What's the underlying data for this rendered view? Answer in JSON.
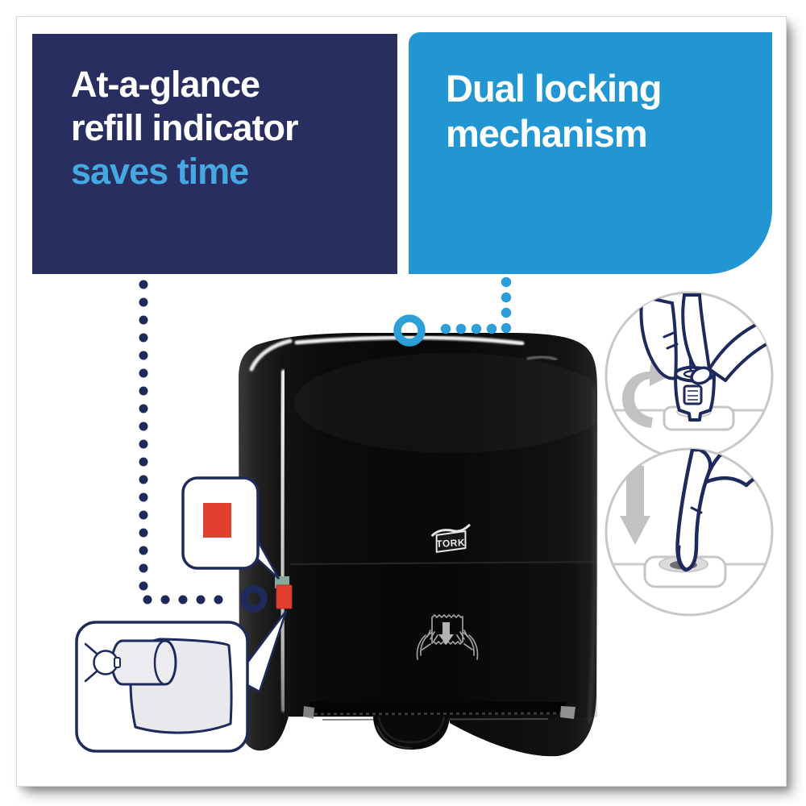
{
  "card": {
    "type": "product-feature-graphic",
    "background": "#ffffff"
  },
  "panels": {
    "refill": {
      "line1": "At-a-glance",
      "line2": "refill indicator",
      "line3": "saves time",
      "bg_color": "#282f60",
      "text_color": "#ffffff",
      "accent_color": "#45a8e1"
    },
    "locking": {
      "line1": "Dual locking",
      "line2": "mechanism",
      "bg_color": "#2196d2",
      "text_color": "#ffffff"
    }
  },
  "dispenser": {
    "brand": "TORK",
    "body_color": "#0d0d0d",
    "indicator_red": "#e2402e",
    "indicator_teal": "#84ab9d"
  },
  "connectors": {
    "navy_color": "#1e2a5c",
    "cyan_color": "#2d9fd8"
  },
  "icons": {
    "refill_square_icon": "red-square refill window",
    "paper_roll_icon": "near-empty roll with hanging sheet",
    "rotate_arrow_icon": "gray curved rotation arrow",
    "down_arrow_icon": "gray downward arrow",
    "key_lock_icon": "hand turning key in lock cylinder",
    "press_button_icon": "finger pressing recessed button",
    "dispense_hands_icon": "two hands pulling towel with down arrow",
    "tork_logo": "TORK wave emblem"
  },
  "callout_colors": {
    "outline": "#1e2a5c",
    "fill": "#ffffff",
    "red_square": "#e2402e"
  }
}
